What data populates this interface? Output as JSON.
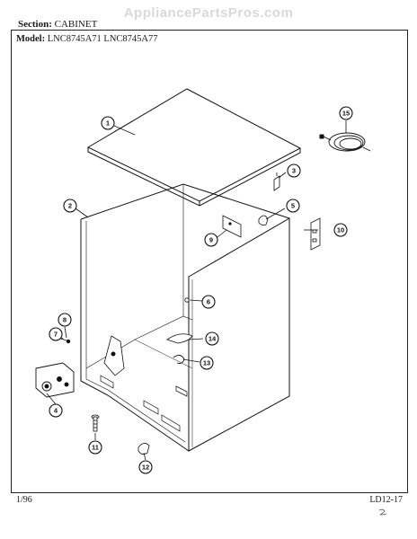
{
  "watermark": "AppliancePartsPros.com",
  "header": {
    "section_label": "Section:",
    "section_value": "CABINET",
    "model_label": "Model:",
    "model_value": "LNC8745A71  LNC8745A77"
  },
  "footer": {
    "date": "1/96",
    "page_code": "LD12-17"
  },
  "callouts": [
    "1",
    "2",
    "3",
    "4",
    "5",
    "6",
    "7",
    "8",
    "9",
    "10",
    "11",
    "12",
    "13",
    "14",
    "15"
  ]
}
